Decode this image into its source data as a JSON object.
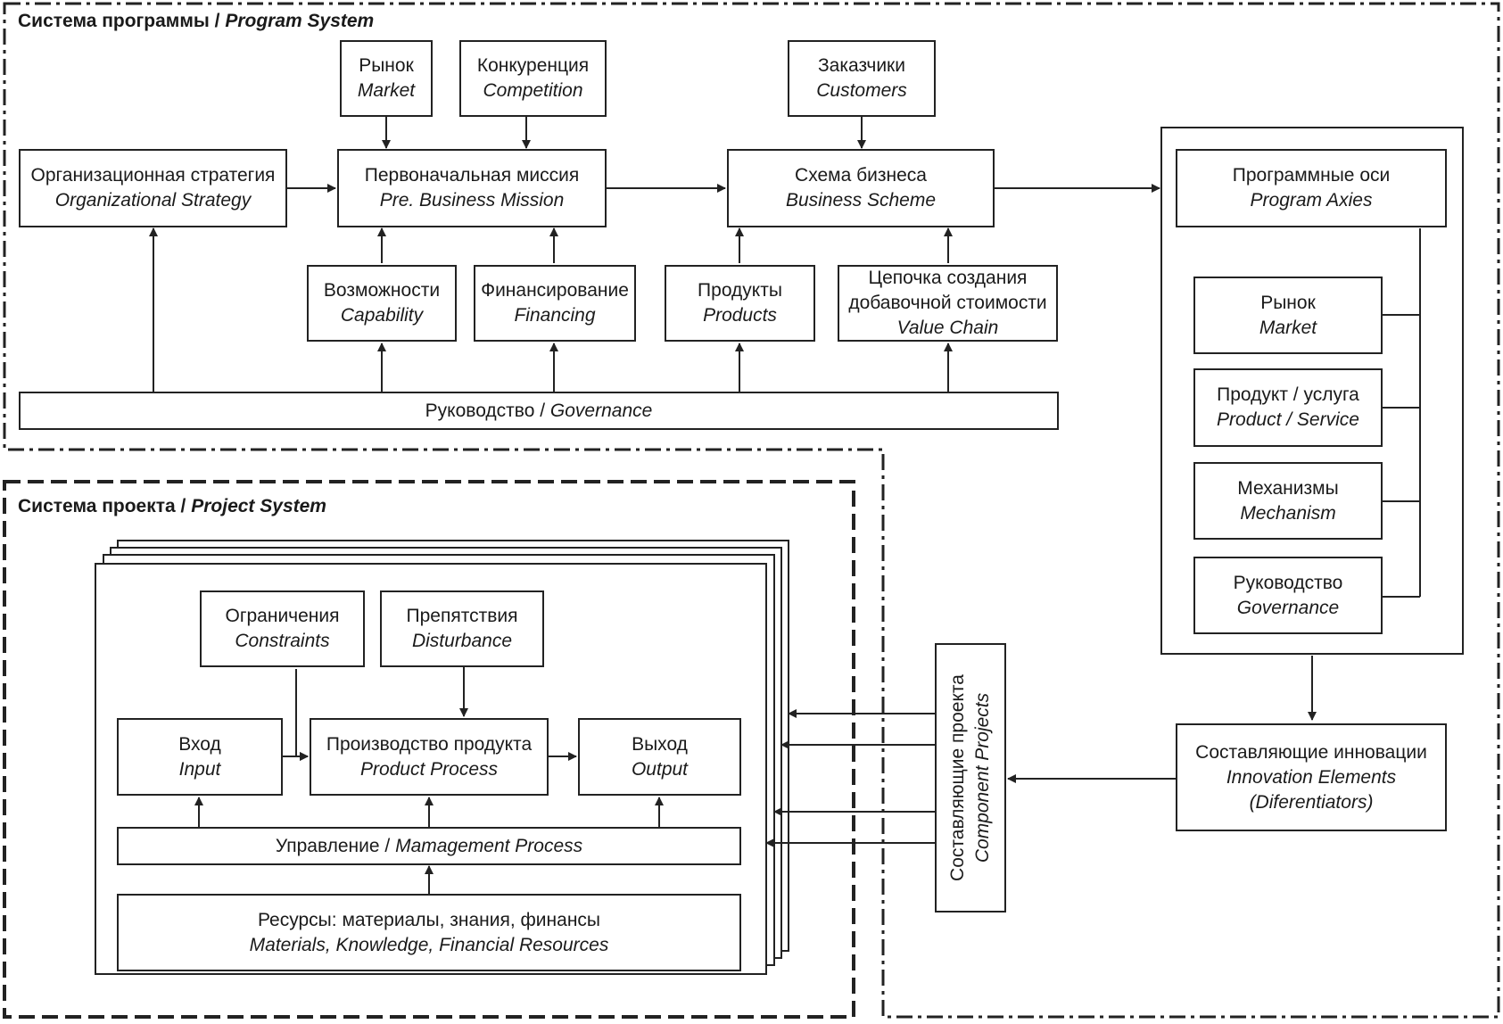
{
  "program_system": {
    "title_ru": "Система программы",
    "title_sep": " / ",
    "title_en": "Program System"
  },
  "project_system": {
    "title_ru": "Система проекта",
    "title_sep": " / ",
    "title_en": "Project System"
  },
  "boxes": {
    "market_top": {
      "ru": "Рынок",
      "en": "Market"
    },
    "competition": {
      "ru": "Конкуренция",
      "en": "Competition"
    },
    "customers": {
      "ru": "Заказчики",
      "en": "Customers"
    },
    "org_strategy": {
      "ru": "Организационная стратегия",
      "en": "Organizational Strategy"
    },
    "pre_mission": {
      "ru": "Первоначальная миссия",
      "en": "Pre. Business Mission"
    },
    "business_scheme": {
      "ru": "Схема бизнеса",
      "en": "Business Scheme"
    },
    "capability": {
      "ru": "Возможности",
      "en": "Capability"
    },
    "financing": {
      "ru": "Финансирование",
      "en": "Financing"
    },
    "products": {
      "ru": "Продукты",
      "en": "Products"
    },
    "value_chain": {
      "ru1": "Цепочка создания",
      "ru2": "добавочной стоимости",
      "en": "Value Chain"
    },
    "governance_bar": {
      "ru": "Руководство",
      "sep": " / ",
      "en": "Governance"
    },
    "program_axies": {
      "ru": "Программные оси",
      "en": "Program Axies"
    },
    "axis_market": {
      "ru": "Рынок",
      "en": "Market"
    },
    "axis_product": {
      "ru": "Продукт / услуга",
      "en": "Product / Service"
    },
    "axis_mechanism": {
      "ru": "Механизмы",
      "en": "Mechanism"
    },
    "axis_governance": {
      "ru": "Руководство",
      "en": "Governance"
    },
    "innovation": {
      "ru": "Составляющие инновации",
      "en1": "Innovation Elements",
      "en2": "(Diferentiators)"
    },
    "component_projects": {
      "ru": "Составляющие проекта",
      "en": "Component Projects"
    },
    "constraints": {
      "ru": "Ограничения",
      "en": "Constraints"
    },
    "disturbance": {
      "ru": "Препятствия",
      "en": "Disturbance"
    },
    "input": {
      "ru": "Вход",
      "en": "Input"
    },
    "product_process": {
      "ru": "Производство продукта",
      "en": "Product Process"
    },
    "output": {
      "ru": "Выход",
      "en": "Output"
    },
    "management": {
      "ru": "Управление",
      "sep": " / ",
      "en": "Mamagement Process"
    },
    "resources": {
      "ru": "Ресурсы: материалы, знания, финансы",
      "en": "Materials, Knowledge, Financial Resources"
    }
  }
}
